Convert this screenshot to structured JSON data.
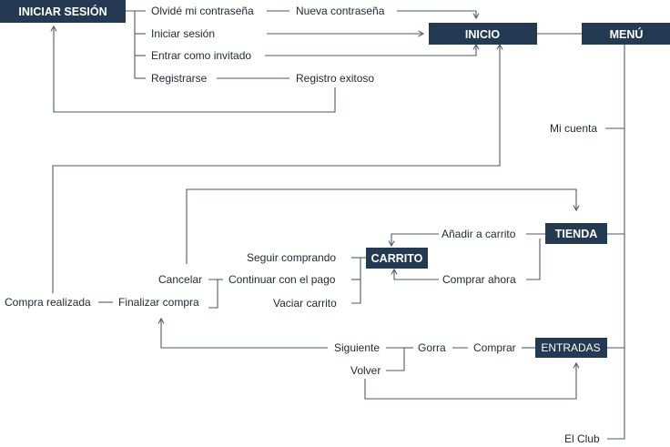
{
  "nodes": {
    "iniciar_sesion": "INICIAR SESIÓN",
    "inicio": "INICIO",
    "menu": "MENÚ",
    "tienda": "TIENDA",
    "carrito": "CARRITO",
    "entradas": "ENTRADAS"
  },
  "labels": {
    "olvide": "Olvidé mi contraseña",
    "nueva": "Nueva contraseña",
    "iniciar": "Iniciar sesión",
    "invitado": "Entrar como invitado",
    "registrarse": "Registrarse",
    "registro_exitoso": "Registro exitoso",
    "mi_cuenta": "Mi cuenta",
    "anadir": "Añadir a carrito",
    "seguir": "Seguir comprando",
    "comprar_ahora": "Comprar ahora",
    "cancelar": "Cancelar",
    "continuar": "Continuar con el pago",
    "vaciar": "Vaciar carrito",
    "compra_realizada": "Compra realizada",
    "finalizar": "Finalizar compra",
    "siguiente": "Siguiente",
    "gorra": "Gorra",
    "comprar": "Comprar",
    "volver": "Volver",
    "el_club": "El Club"
  },
  "colors": {
    "box": "#233a52",
    "line": "#4d5a68",
    "text": "#222b36"
  }
}
